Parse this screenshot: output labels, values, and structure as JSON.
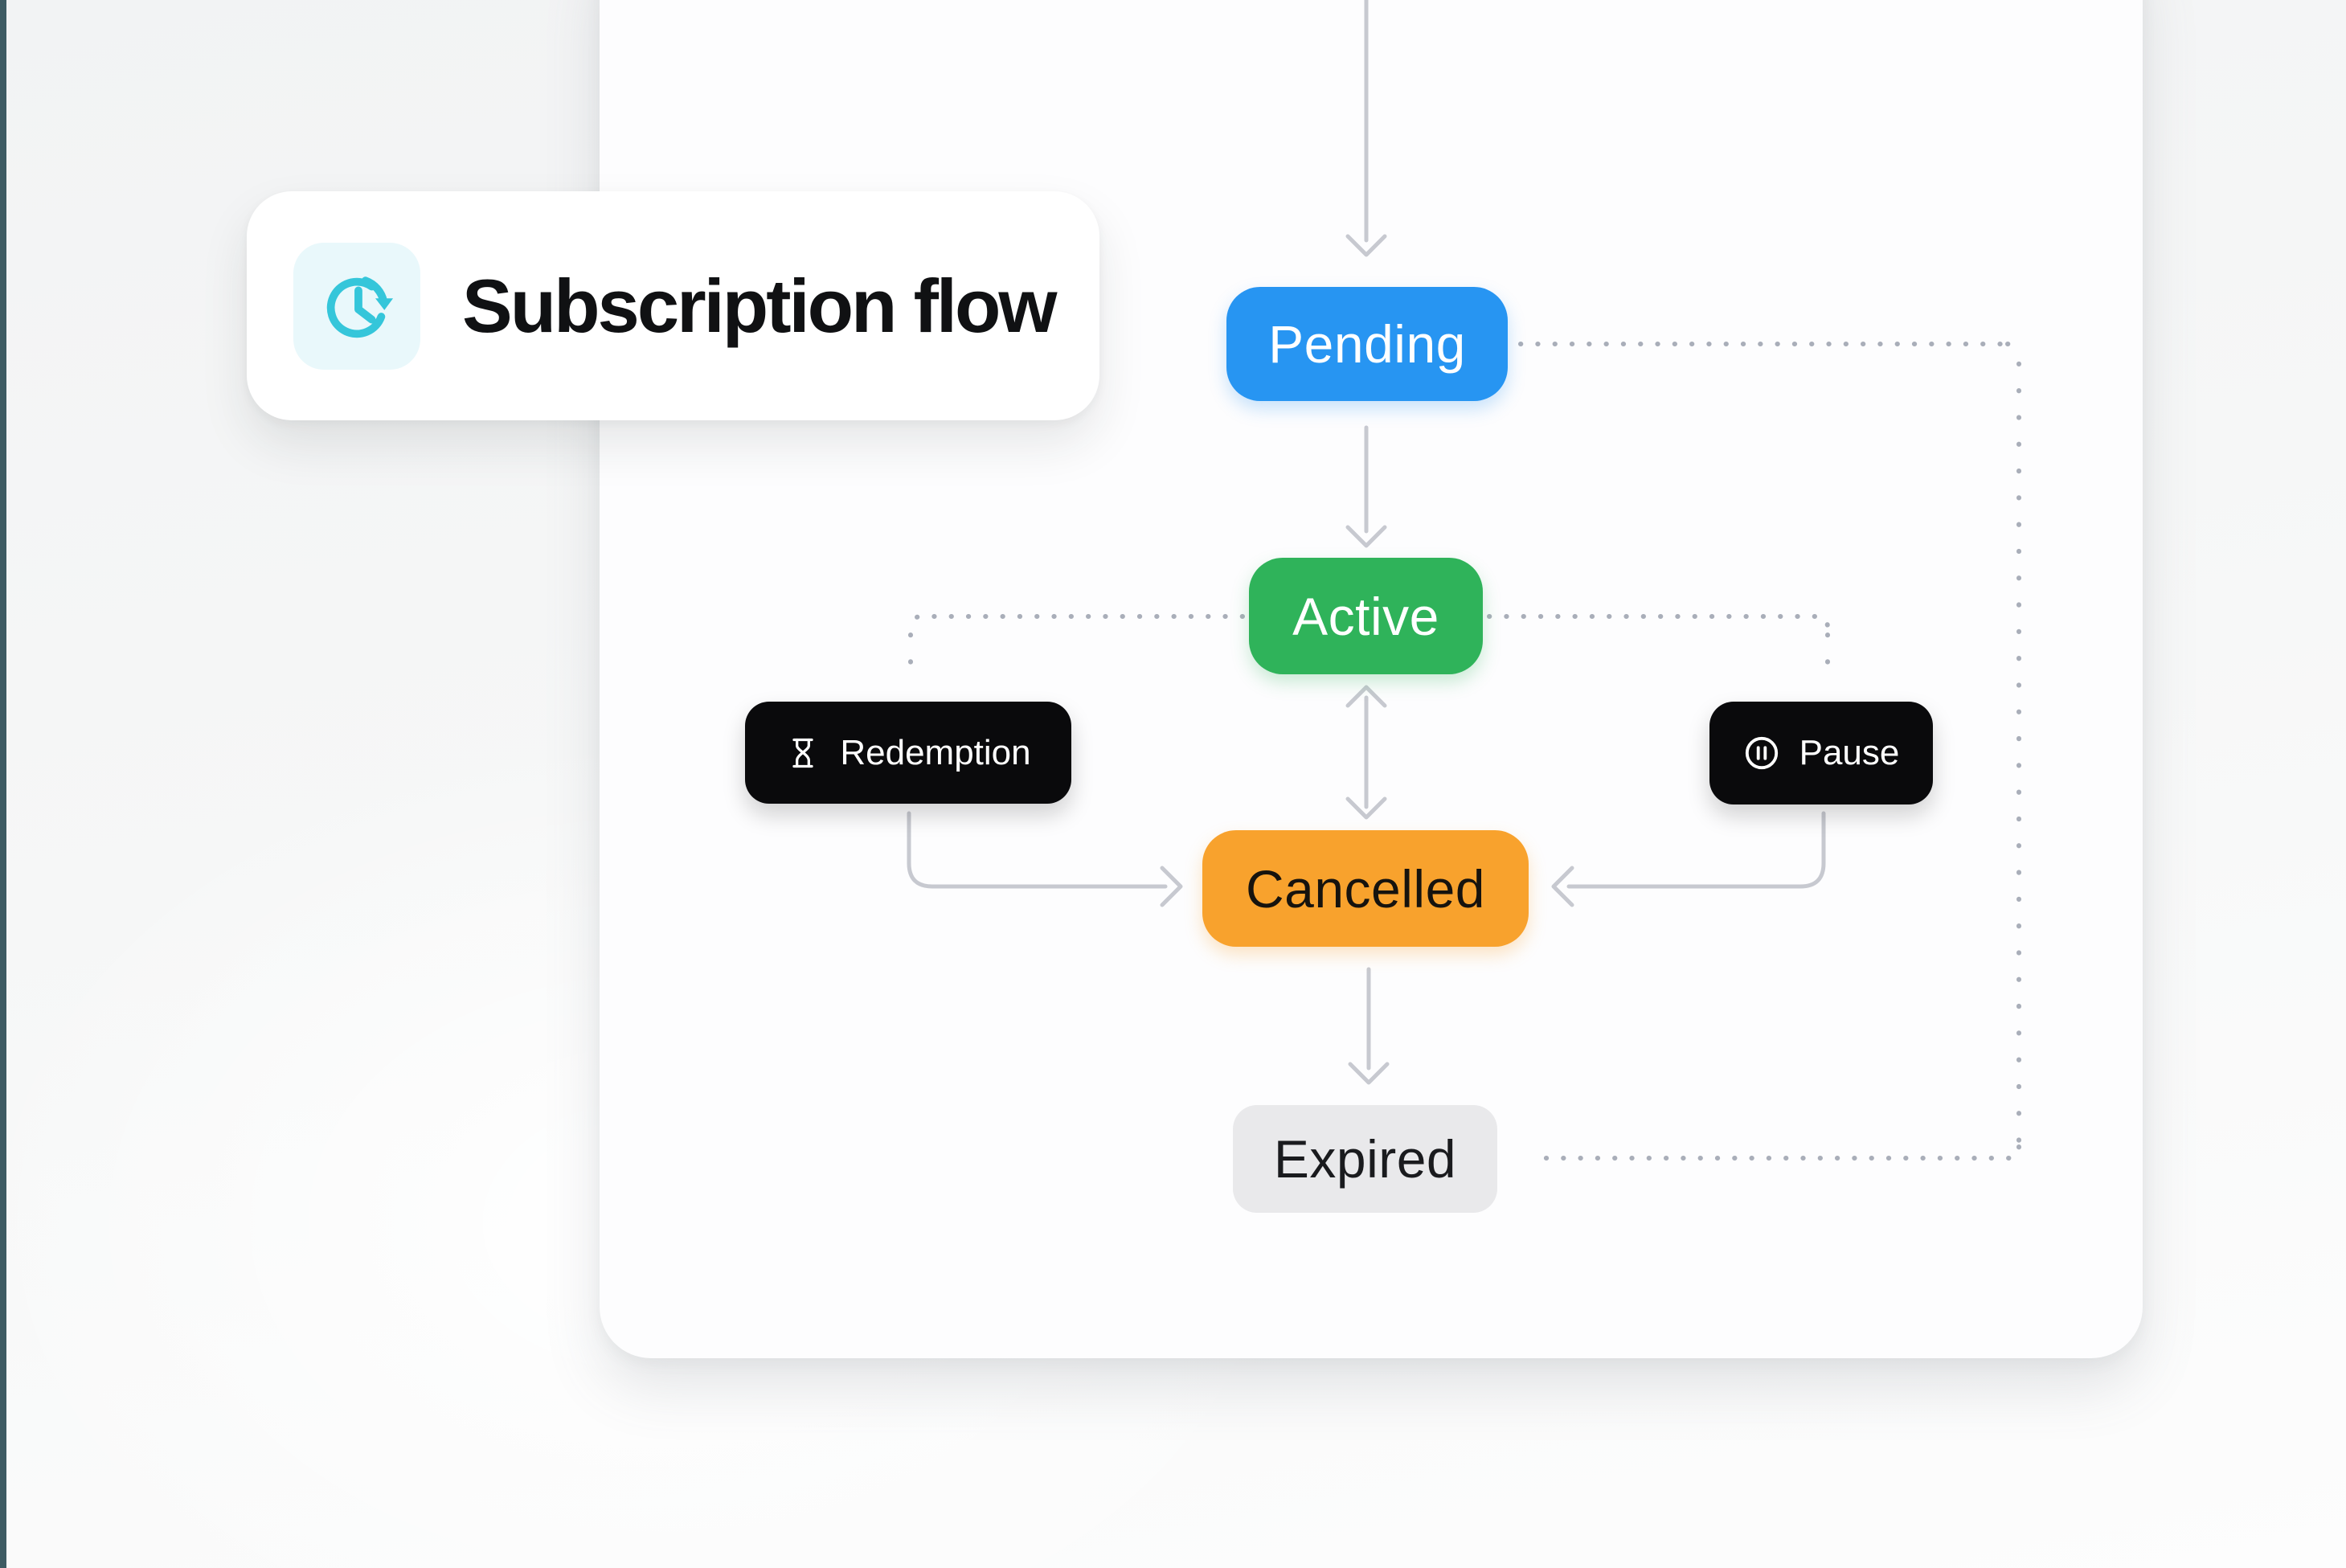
{
  "page": {
    "background": "#f4f5f5",
    "panel_bg": "#fdfdfe",
    "left_strip": "#3e5b63"
  },
  "title_card": {
    "label": "Subscription flow",
    "icon": "clock-history-icon",
    "icon_color": "#35c6da",
    "icon_bg": "#e9f8fb",
    "text_color": "#101113"
  },
  "nodes": {
    "pending": {
      "label": "Pending",
      "bg": "#2795f2",
      "text": "#ffffff"
    },
    "active": {
      "label": "Active",
      "bg": "#2fb35a",
      "text": "#ffffff"
    },
    "redemption": {
      "label": "Redemption",
      "bg": "#0a0a0c",
      "text": "#ffffff",
      "icon": "hourglass-icon"
    },
    "pause": {
      "label": "Pause",
      "bg": "#0a0a0c",
      "text": "#ffffff",
      "icon": "pause-circle-icon"
    },
    "cancelled": {
      "label": "Cancelled",
      "bg": "#f8a22d",
      "text": "#16130e"
    },
    "expired": {
      "label": "Expired",
      "bg": "#e9e9eb",
      "text": "#1a1b1e"
    }
  },
  "connectors": {
    "solid_color": "#c7c9d0",
    "dotted_color": "#a9aeb9",
    "edges": [
      {
        "from": "start",
        "to": "pending",
        "style": "solid-arrow"
      },
      {
        "from": "pending",
        "to": "active",
        "style": "solid-arrow"
      },
      {
        "from": "active",
        "to": "cancelled",
        "style": "solid-double-arrow"
      },
      {
        "from": "redemption",
        "to": "cancelled",
        "style": "solid-arrow"
      },
      {
        "from": "pause",
        "to": "cancelled",
        "style": "solid-arrow"
      },
      {
        "from": "cancelled",
        "to": "expired",
        "style": "solid-arrow"
      },
      {
        "from": "pending",
        "to": "expired",
        "style": "dotted"
      },
      {
        "from": "active",
        "to": "redemption",
        "style": "dotted"
      },
      {
        "from": "active",
        "to": "pause",
        "style": "dotted"
      }
    ]
  }
}
